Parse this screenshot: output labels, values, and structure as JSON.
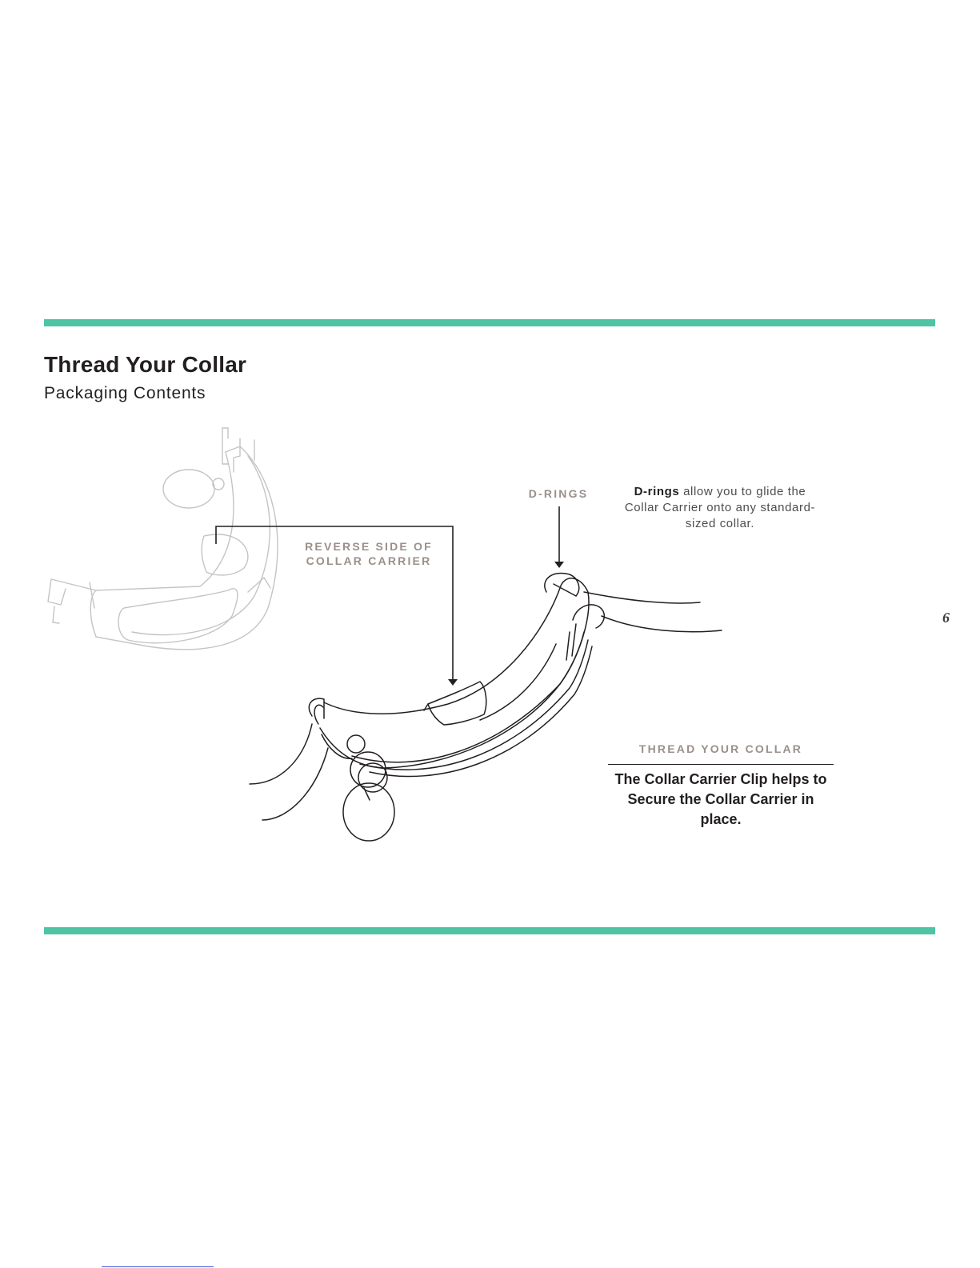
{
  "header": {
    "title": "Thread Your Collar",
    "subtitle": "Packaging Contents"
  },
  "callouts": {
    "reverse_side": "REVERSE SIDE OF COLLAR CARRIER",
    "d_rings": "D-RINGS",
    "d_rings_description": {
      "bold": "D-rings",
      "text": " allow you to glide the Collar Carrier onto any standard-sized collar."
    },
    "thread": {
      "heading": "THREAD YOUR COLLAR",
      "description": "The Collar Carrier Clip helps to Secure the Collar Carrier in place."
    }
  },
  "page_number": "6",
  "colors": {
    "accent_rule": "#4fc4a4",
    "label_gray": "#9b8f8a",
    "text_dark": "#231f20"
  }
}
